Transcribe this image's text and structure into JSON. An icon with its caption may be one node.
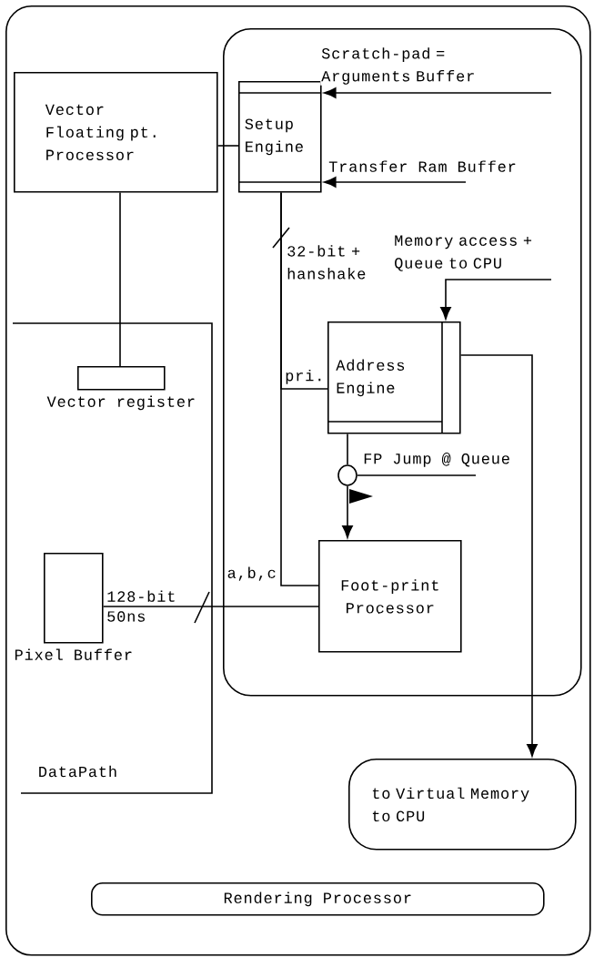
{
  "diagram": {
    "nodes": [
      {
        "text": [],
        "shape": "box"
      },
      {
        "text": [],
        "shape": "box",
        "in": 0
      },
      {
        "text": [
          "Vector Floating pt. Processor"
        ],
        "in": 0
      },
      {
        "text": [
          "Setup Engine"
        ],
        "in": 1
      },
      {
        "text": [
          "DataPath"
        ],
        "in": 0
      },
      {
        "text": [
          "Vector register"
        ],
        "in": 4
      },
      {
        "text": [
          "Pixel Buffer"
        ],
        "in": 4
      },
      {
        "text": [
          "Address Engine"
        ],
        "in": 1
      },
      {
        "text": [
          "Foot-print Processor"
        ],
        "in": 1
      },
      {
        "text": [],
        "shape": "circle",
        "in": 1
      },
      {
        "text": [
          "to Virtual Memory to CPU"
        ],
        "in": 0
      },
      {
        "text": [
          "Rendering Processor"
        ],
        "in": 0
      }
    ],
    "edges": [
      {
        "from": 2,
        "to": 3,
        "arrow": "none"
      },
      {
        "from": 2,
        "to": 5,
        "arrow": "none"
      },
      {
        "from": null,
        "to": 3,
        "arrow": "to",
        "label": "Scratch-pad = Arguments Buffer"
      },
      {
        "from": null,
        "to": 3,
        "arrow": "to",
        "label": "Transfer Ram Buffer"
      },
      {
        "from": 3,
        "to": 7,
        "arrow": "none",
        "label": "pri."
      },
      {
        "from": 3,
        "to": 8,
        "arrow": "none",
        "label": "a,b,c"
      },
      {
        "from": null,
        "to": 7,
        "arrow": "to",
        "label": "Memory access + Queue to CPU"
      },
      {
        "from": 7,
        "to": 10,
        "arrow": "to"
      },
      {
        "from": 7,
        "to": 9,
        "arrow": "none"
      },
      {
        "from": null,
        "to": 9,
        "arrow": "none",
        "label": "FP Jump @ Queue"
      },
      {
        "from": 9,
        "to": 8,
        "arrow": "to"
      },
      {
        "from": 6,
        "to": 8,
        "arrow": "none"
      }
    ],
    "labels": [
      "32-bit + hanshake",
      "128-bit",
      "50ns"
    ]
  }
}
